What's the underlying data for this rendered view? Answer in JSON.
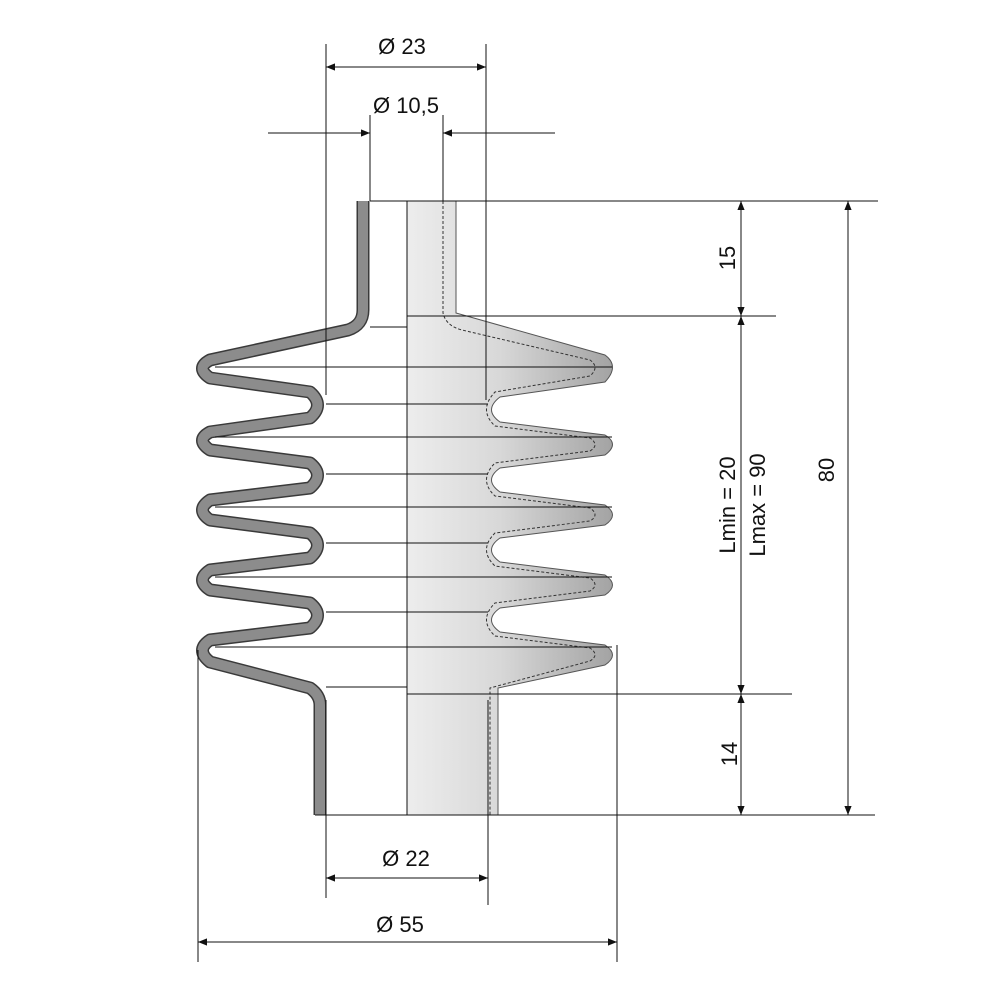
{
  "drawing": {
    "labels": {
      "dia_top_outer": "Ø 23",
      "dia_top_inner": "Ø 10,5",
      "dia_bottom_inner": "Ø 22",
      "dia_bottom_outer": "Ø 55",
      "len_top_collar": "15",
      "len_bellows_min": "Lmin = 20",
      "len_bellows_max": "Lmax = 90",
      "len_bottom_collar": "14",
      "len_total": "80"
    },
    "colors": {
      "wall": "#8c8c8c",
      "wall_outline": "#3a3a3a",
      "section_fill_light": "#e6e6e6",
      "section_fill_dark": "#9a9a9a",
      "lines": "#111111"
    }
  }
}
